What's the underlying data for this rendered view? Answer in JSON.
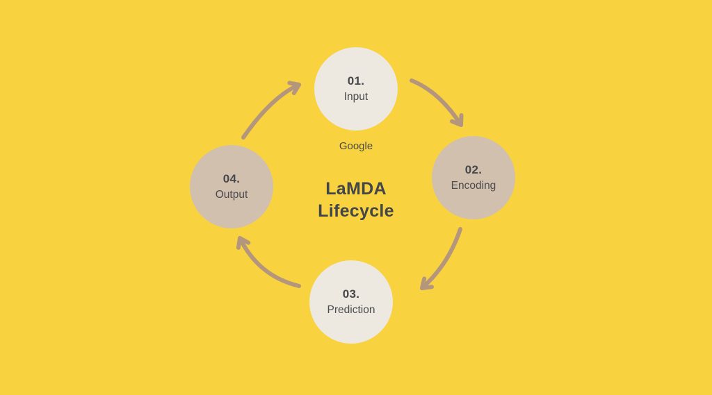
{
  "title": {
    "subtitle": "Google",
    "line1": "LaMDA",
    "line2": "Lifecycle"
  },
  "nodes": [
    {
      "number": "01.",
      "label": "Input",
      "variant": "cream"
    },
    {
      "number": "02.",
      "label": "Encoding",
      "variant": "tan"
    },
    {
      "number": "03.",
      "label": "Prediction",
      "variant": "cream"
    },
    {
      "number": "04.",
      "label": "Output",
      "variant": "tan"
    }
  ],
  "arrows": [
    {
      "name": "output-to-input"
    },
    {
      "name": "input-to-encoding"
    },
    {
      "name": "encoding-to-prediction"
    },
    {
      "name": "prediction-to-output"
    }
  ],
  "colors": {
    "background": "#F9D23F",
    "circle_cream": "#EDE8E0",
    "circle_tan": "#D2C0AE",
    "arrow": "#B4967D",
    "text_dark": "#42454A"
  }
}
